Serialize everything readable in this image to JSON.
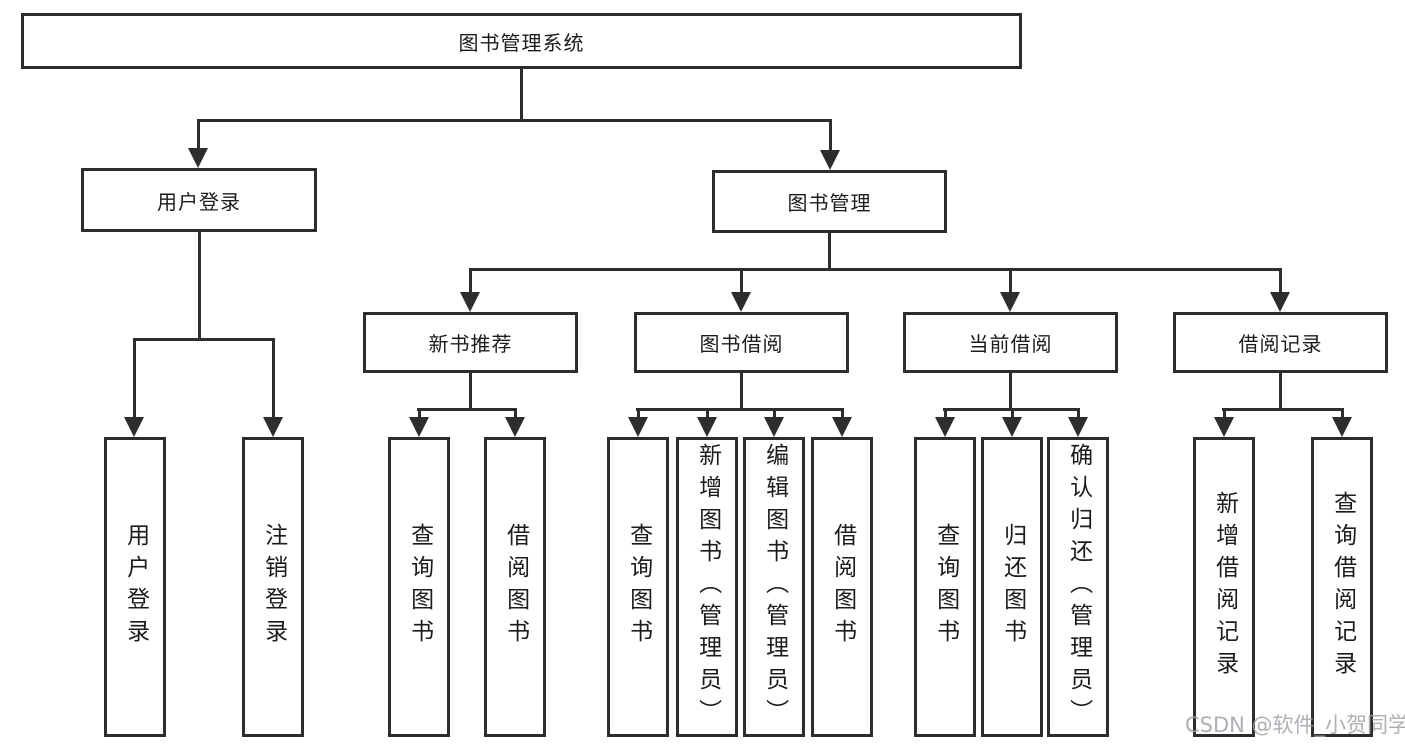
{
  "diagram": {
    "title": "图书管理系统",
    "root": {
      "label": "图书管理系统"
    },
    "level2": [
      {
        "label": "用户登录"
      },
      {
        "label": "图书管理"
      }
    ],
    "level3": [
      {
        "label": "新书推荐"
      },
      {
        "label": "图书借阅"
      },
      {
        "label": "当前借阅"
      },
      {
        "label": "借阅记录"
      }
    ],
    "leaves": {
      "user_login": [
        {
          "label": "用户登录"
        },
        {
          "label": "注销登录"
        }
      ],
      "new_book": [
        {
          "label": "查询图书"
        },
        {
          "label": "借阅图书"
        }
      ],
      "book_borrow": [
        {
          "label": "查询图书"
        },
        {
          "label": "新增图书（管理员）"
        },
        {
          "label": "编辑图书（管理员）"
        },
        {
          "label": "借阅图书"
        }
      ],
      "current_borrow": [
        {
          "label": "查询图书"
        },
        {
          "label": "归还图书"
        },
        {
          "label": "确认归还（管理员）"
        }
      ],
      "borrow_record": [
        {
          "label": "新增借阅记录"
        },
        {
          "label": "查询借阅记录"
        }
      ]
    },
    "colors": {
      "line": "#2d2d2d",
      "text": "#1c1c1c",
      "background": "#ffffff",
      "watermark": "#9ea3a9"
    },
    "watermark": "CSDN @软件_小贺同学"
  }
}
